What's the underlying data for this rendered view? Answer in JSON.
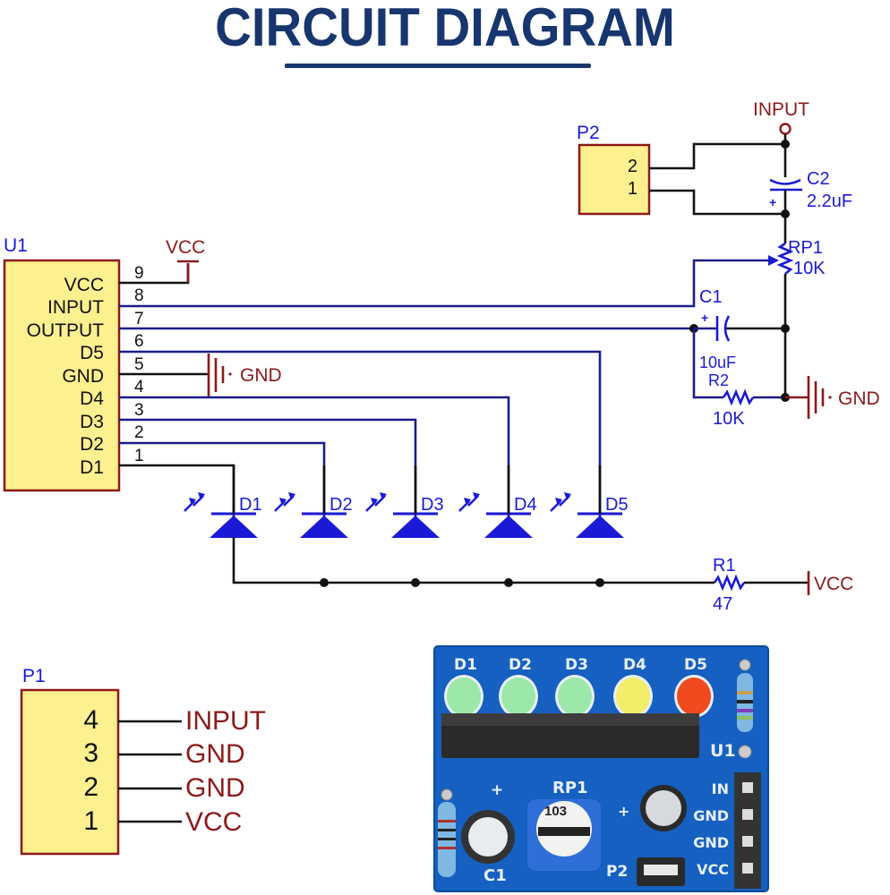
{
  "header": {
    "title": "CIRCUIT DIAGRAM"
  },
  "colors": {
    "title": "#17356e",
    "component_label": "#1a1ad6",
    "net_label": "#8b1a1a",
    "chip_fill": "#fdf08e",
    "pcb_blue": "#1560c0"
  },
  "u1": {
    "ref": "U1",
    "pins": [
      {
        "num": "9",
        "name": "VCC"
      },
      {
        "num": "8",
        "name": "INPUT"
      },
      {
        "num": "7",
        "name": "OUTPUT"
      },
      {
        "num": "6",
        "name": "D5"
      },
      {
        "num": "5",
        "name": "GND"
      },
      {
        "num": "4",
        "name": "D4"
      },
      {
        "num": "3",
        "name": "D3"
      },
      {
        "num": "2",
        "name": "D2"
      },
      {
        "num": "1",
        "name": "D1"
      }
    ],
    "vcc_label": "VCC",
    "gnd_label": "GND"
  },
  "p2": {
    "ref": "P2",
    "pins": [
      "2",
      "1"
    ],
    "input_label": "INPUT"
  },
  "c2": {
    "ref": "C2",
    "value": "2.2uF"
  },
  "rp1": {
    "ref": "RP1",
    "value": "10K"
  },
  "c1": {
    "ref": "C1",
    "value": "10uF"
  },
  "r2": {
    "ref": "R2",
    "value": "10K"
  },
  "r2_gnd_label": "GND",
  "leds": [
    {
      "ref": "D1"
    },
    {
      "ref": "D2"
    },
    {
      "ref": "D3"
    },
    {
      "ref": "D4"
    },
    {
      "ref": "D5"
    }
  ],
  "r1": {
    "ref": "R1",
    "value": "47",
    "vcc_label": "VCC"
  },
  "p1": {
    "ref": "P1",
    "pins": [
      {
        "num": "4",
        "net": "INPUT"
      },
      {
        "num": "3",
        "net": "GND"
      },
      {
        "num": "2",
        "net": "GND"
      },
      {
        "num": "1",
        "net": "VCC"
      }
    ]
  },
  "pcb": {
    "led_labels": [
      "D1",
      "D2",
      "D3",
      "D4",
      "D5"
    ],
    "led_colors": [
      "#9be8a8",
      "#9be8a8",
      "#9be8a8",
      "#f2ee6a",
      "#f04a1e"
    ],
    "u1_label": "U1",
    "rp1_label": "RP1",
    "rp1_marking": "103",
    "c1_label": "C1",
    "p2_label": "P2",
    "plus_sign": "+",
    "header_labels": [
      "IN",
      "GND",
      "GND",
      "VCC"
    ]
  }
}
